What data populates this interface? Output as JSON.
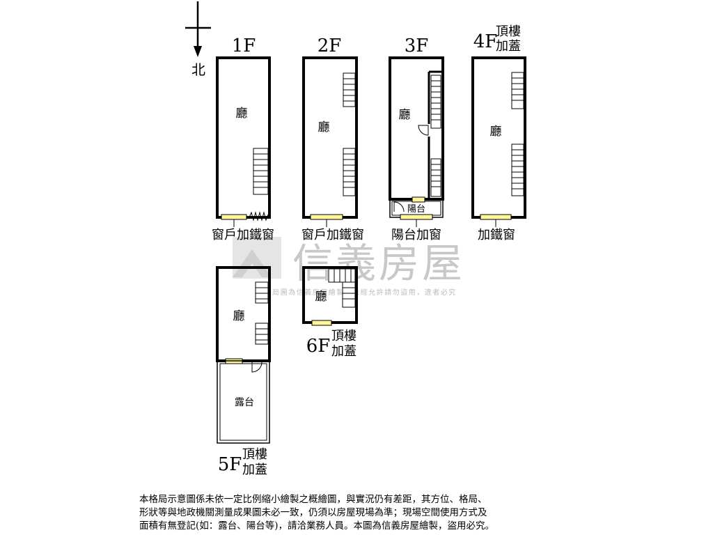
{
  "compass": {
    "north_label": "北"
  },
  "floors": {
    "f1": {
      "label": "1F",
      "room": "廳",
      "window_note": "窗戶加鐵窗"
    },
    "f2": {
      "label": "2F",
      "room": "廳",
      "window_note": "窗戶加鐵窗"
    },
    "f3": {
      "label": "3F",
      "room": "廳",
      "balcony": "陽台",
      "window_note": "陽台加窗"
    },
    "f4": {
      "label": "4F",
      "note_line1": "頂樓",
      "note_line2": "加蓋",
      "room": "廳",
      "window_note": "加鐵窗"
    },
    "f5": {
      "label": "5F",
      "note_line1": "頂樓",
      "note_line2": "加蓋",
      "room": "廳",
      "terrace": "露台"
    },
    "f6": {
      "label": "6F",
      "note_line1": "頂樓",
      "note_line2": "加蓋",
      "room": "廳"
    }
  },
  "watermark": {
    "brand": "信義房屋",
    "notice": "本格局圖為信義房屋繪製，未經允許請勿盜用，違者必究"
  },
  "colors": {
    "wall": "#000000",
    "window_fill": "#fff59a",
    "watermark": "#c8c8c8"
  },
  "disclaimer": {
    "line1": "本格局示意圖係未依一定比例縮小繪製之概繪圖，與實況仍有差距，其方位、格局、",
    "line2": "形狀等與地政機關測量成果圖未必一致，仍須以房屋現場為準；現場空間使用方式及",
    "line3": "面積有無登記(如：露台、陽台等)，請洽業務人員。本圖為信義房屋繪製，盜用必究。"
  }
}
